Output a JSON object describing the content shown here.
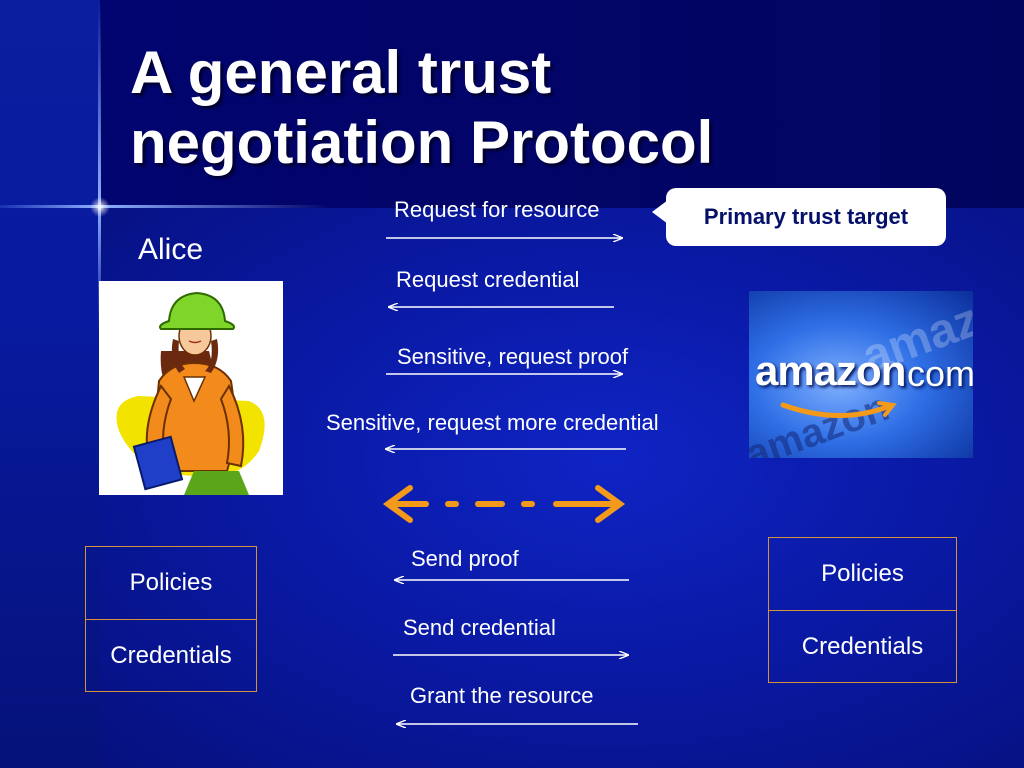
{
  "title": {
    "line1": "A general trust",
    "line2": "negotiation Protocol"
  },
  "alice": {
    "label": "Alice"
  },
  "callout": {
    "label": "Primary trust target"
  },
  "amazon_logo": {
    "word": "amazon",
    "suffix": ".com",
    "ghost_text": "amazon"
  },
  "messages": [
    {
      "label": "Request for resource",
      "direction": "right"
    },
    {
      "label": "Request credential",
      "direction": "left"
    },
    {
      "label": "Sensitive, request proof",
      "direction": "right"
    },
    {
      "label": "Sensitive, request more credential",
      "direction": "left"
    },
    {
      "label": "Send proof",
      "direction": "left"
    },
    {
      "label": "Send credential",
      "direction": "right"
    },
    {
      "label": "Grant the resource",
      "direction": "left"
    }
  ],
  "left_box": {
    "top": "Policies",
    "bottom": "Credentials"
  },
  "right_box": {
    "top": "Policies",
    "bottom": "Credentials"
  },
  "colors": {
    "background": "#01015e",
    "arrow": "#ffffff",
    "exchange_arrow": "#f39a1a",
    "box_border": "#d7913a",
    "callout_text": "#05106a"
  }
}
